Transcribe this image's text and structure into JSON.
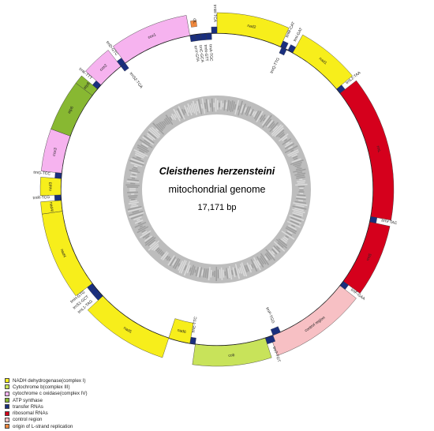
{
  "center": {
    "species": "Cleisthenes herzensteini",
    "subtitle": "mitochondrial genome",
    "length": "17,171 bp"
  },
  "colors": {
    "nadh": "#f7ee1b",
    "cytb": "#c8e35a",
    "cox": "#f6b3ef",
    "atp": "#88b832",
    "trna": "#1a2f7e",
    "rrna": "#d5001c",
    "control": "#f7c0c4",
    "origin": "#f0883d"
  },
  "legend": [
    {
      "label": "NADH dehydrogenase(complex I)",
      "color": "#f7ee1b"
    },
    {
      "label": "Cytochrome b(complex III)",
      "color": "#c8e35a"
    },
    {
      "label": "cytochrome c oxidase(complex IV)",
      "color": "#f6b3ef"
    },
    {
      "label": "ATP synthase",
      "color": "#88b832"
    },
    {
      "label": "transfer RNAs",
      "color": "#1a2f7e"
    },
    {
      "label": "ribosomal RNAs",
      "color": "#d5001c"
    },
    {
      "label": "control region",
      "color": "#f7c0c4"
    },
    {
      "label": "origin of L-strand replication",
      "color": "#f0883d"
    }
  ],
  "features": [
    {
      "name": "nad2",
      "start": 0,
      "end": 24,
      "strand": "outer",
      "type": "nadh"
    },
    {
      "name": "trnM-CAT",
      "start": 24,
      "end": 26,
      "strand": "outer",
      "type": "trna"
    },
    {
      "name": "trnI-GAT",
      "start": 27,
      "end": 29,
      "strand": "outer",
      "type": "trna"
    },
    {
      "name": "trnQ-TTG",
      "start": 24.5,
      "end": 26.5,
      "strand": "inner",
      "type": "trna"
    },
    {
      "name": "nad1",
      "start": 29,
      "end": 50,
      "strand": "outer",
      "type": "nadh"
    },
    {
      "name": "trnL2-TAA",
      "start": 50,
      "end": 52,
      "strand": "outer",
      "type": "trna"
    },
    {
      "name": "rrnL",
      "start": 52,
      "end": 100,
      "strand": "outer",
      "type": "rrna"
    },
    {
      "name": "trnV-TAC",
      "start": 100,
      "end": 102,
      "strand": "outer",
      "type": "trna"
    },
    {
      "name": "rrnS",
      "start": 102,
      "end": 126,
      "strand": "outer",
      "type": "rrna"
    },
    {
      "name": "trnF-GAA",
      "start": 126,
      "end": 128,
      "strand": "outer",
      "type": "trna"
    },
    {
      "name": "control region",
      "start": 128,
      "end": 160,
      "strand": "outer",
      "type": "control"
    },
    {
      "name": "trnP-TGG",
      "start": 156,
      "end": 159,
      "strand": "inner",
      "type": "trna"
    },
    {
      "name": "trnT-TGT",
      "start": 159,
      "end": 162,
      "strand": "outer",
      "type": "trna"
    },
    {
      "name": "cob",
      "start": 162,
      "end": 188,
      "strand": "outer",
      "type": "cytb"
    },
    {
      "name": "trnE-TTC",
      "start": 188,
      "end": 190,
      "strand": "inner",
      "type": "trna"
    },
    {
      "name": "nad6",
      "start": 190,
      "end": 198,
      "strand": "inner",
      "type": "nadh"
    },
    {
      "name": "nad5",
      "start": 198,
      "end": 227,
      "strand": "outer",
      "type": "nadh"
    },
    {
      "name": "trnL1-TAG",
      "start": 227,
      "end": 229,
      "strand": "outer",
      "type": "trna"
    },
    {
      "name": "trnS1-GCT",
      "start": 229,
      "end": 231,
      "strand": "outer",
      "type": "trna"
    },
    {
      "name": "trnH-GTG",
      "start": 231,
      "end": 233,
      "strand": "outer",
      "type": "trna"
    },
    {
      "name": "nad4",
      "start": 233,
      "end": 262,
      "strand": "outer",
      "type": "nadh"
    },
    {
      "name": "nad4l",
      "start": 262,
      "end": 266,
      "strand": "outer",
      "type": "nadh"
    },
    {
      "name": "trnR-TCG",
      "start": 266,
      "end": 268,
      "strand": "outer",
      "type": "trna"
    },
    {
      "name": "nad3",
      "start": 268,
      "end": 274,
      "strand": "outer",
      "type": "nadh"
    },
    {
      "name": "trnG-TCC",
      "start": 274,
      "end": 276,
      "strand": "outer",
      "type": "trna"
    },
    {
      "name": "cox3",
      "start": 276,
      "end": 290,
      "strand": "outer",
      "type": "cox"
    },
    {
      "name": "atp6",
      "start": 290,
      "end": 307,
      "strand": "outer",
      "type": "atp"
    },
    {
      "name": "atp8",
      "start": 307,
      "end": 310,
      "strand": "outer",
      "type": "atp"
    },
    {
      "name": "trnK-TTT",
      "start": 310,
      "end": 312,
      "strand": "outer",
      "type": "trna"
    },
    {
      "name": "cox2",
      "start": 312,
      "end": 322,
      "strand": "outer",
      "type": "cox"
    },
    {
      "name": "trnD-GTC",
      "start": 322,
      "end": 324,
      "strand": "outer",
      "type": "trna"
    },
    {
      "name": "trnS2-TGA",
      "start": 322,
      "end": 324,
      "strand": "inner",
      "type": "trna"
    },
    {
      "name": "cox1",
      "start": 324,
      "end": 350,
      "strand": "outer",
      "type": "cox"
    },
    {
      "name": "trnY-GTA",
      "start": 350,
      "end": 352,
      "strand": "inner",
      "type": "trna"
    },
    {
      "name": "trnC-GCA",
      "start": 352,
      "end": 354,
      "strand": "inner",
      "type": "trna"
    },
    {
      "name": "trnN-GTT",
      "start": 354,
      "end": 356,
      "strand": "inner",
      "type": "trna"
    },
    {
      "name": "trnA-TGC",
      "start": 356,
      "end": 358,
      "strand": "inner",
      "type": "trna"
    },
    {
      "name": "OL",
      "start": 351,
      "end": 353,
      "strand": "outer",
      "type": "origin"
    },
    {
      "name": "trnW-TCA",
      "start": 358,
      "end": 360,
      "strand": "outer",
      "type": "trna"
    }
  ]
}
